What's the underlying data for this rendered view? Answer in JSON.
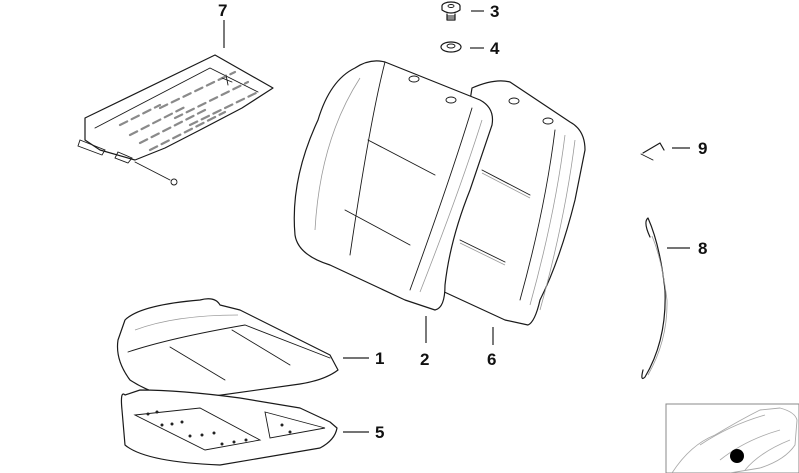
{
  "diagram": {
    "type": "exploded-parts-diagram",
    "subject": "seat cover / upholstery assembly",
    "callouts": [
      {
        "number": "1",
        "part": "seat cushion cover"
      },
      {
        "number": "2",
        "part": "backrest cover (front)"
      },
      {
        "number": "3",
        "part": "screw / clip"
      },
      {
        "number": "4",
        "part": "washer / grommet"
      },
      {
        "number": "5",
        "part": "seat cushion pad"
      },
      {
        "number": "6",
        "part": "backrest pad"
      },
      {
        "number": "7",
        "part": "seat heating element mat"
      },
      {
        "number": "8",
        "part": "tension spring / hook wire"
      },
      {
        "number": "9",
        "part": "clip"
      }
    ],
    "inset": {
      "description": "vehicle overview with location marker",
      "marker_color": "#000000"
    }
  },
  "colors": {
    "background": "#ffffff",
    "line": "#1a1a1a",
    "secondary_line": "#9a9a9a"
  }
}
